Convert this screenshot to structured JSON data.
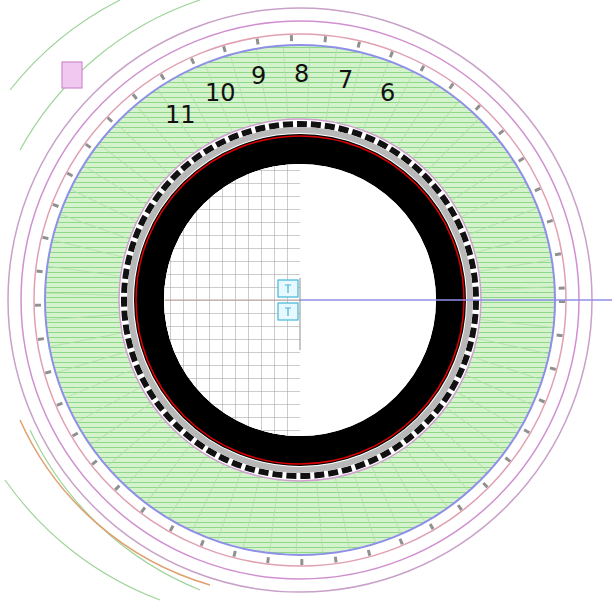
{
  "diagram": {
    "labels": [
      "11",
      "10",
      "9",
      "8",
      "7",
      "6"
    ]
  }
}
